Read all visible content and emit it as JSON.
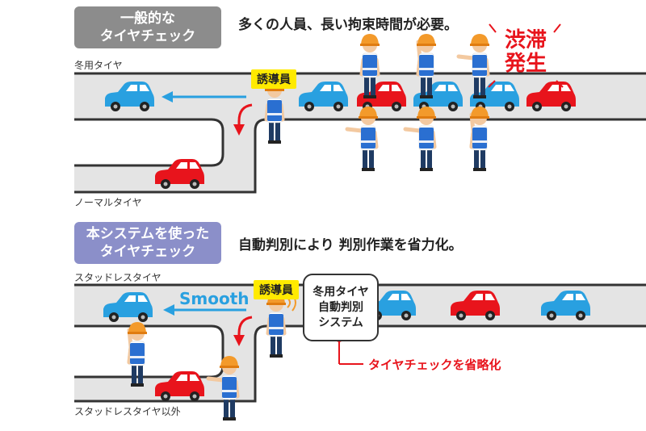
{
  "panel_conventional": {
    "badge": "一般的な\nタイヤチェック",
    "headline": "多くの人員、長い拘束時間が必要。",
    "road_main_label": "冬用タイヤ",
    "road_branch_label": "ノーマルタイヤ",
    "guide_tag": "誘導員",
    "jam_label": "渋滞\n発生"
  },
  "panel_system": {
    "badge": "本システムを使った\nタイヤチェック",
    "headline": "自動判別により 判別作業を省力化。",
    "road_main_label": "スタッドレスタイヤ",
    "road_branch_label": "スタッドレスタイヤ以外",
    "guide_tag": "誘導員",
    "smooth_label": "Smooth",
    "system_box": "冬用タイヤ\n自動判別\nシステム",
    "callout": "タイヤチェックを省略化"
  },
  "colors": {
    "road": "#e4e4e4",
    "road_edge": "#333333",
    "badge_gray": "#8c8c8c",
    "badge_purple": "#8b8fc9",
    "blue_car": "#29a0e0",
    "red_car": "#e8141c",
    "helmet": "#f39a2b",
    "vest": "#2a6fd1"
  },
  "icons": [
    "worker-icon",
    "blue-car-icon",
    "red-car-icon",
    "flow-arrow-icon",
    "turn-arrow-icon"
  ]
}
